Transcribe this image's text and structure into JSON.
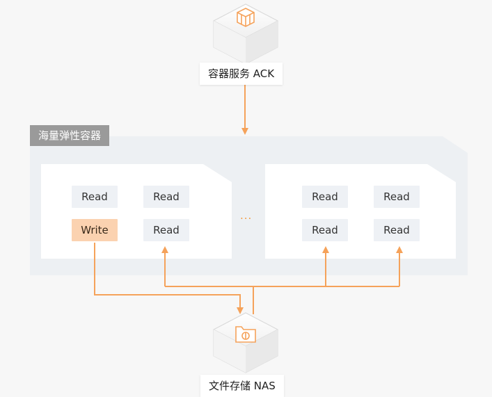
{
  "top_node": {
    "label": "容器服务 ACK",
    "icon": "ack-container-service-icon"
  },
  "group": {
    "label": "海量弹性容器"
  },
  "instances": [
    {
      "chips": [
        "Read",
        "Read",
        "Write",
        "Read"
      ]
    },
    {
      "chips": [
        "Read",
        "Read",
        "Read",
        "Read"
      ]
    }
  ],
  "ellipsis": "...",
  "bottom_node": {
    "label": "文件存储 NAS",
    "icon": "nas-file-storage-icon"
  },
  "colors": {
    "accent": "#f5a25a",
    "write_chip": "#fbd2b0",
    "read_chip": "#eef1f5",
    "group_tag": "#9a9a9a",
    "group_bg": "#edf0f3"
  }
}
